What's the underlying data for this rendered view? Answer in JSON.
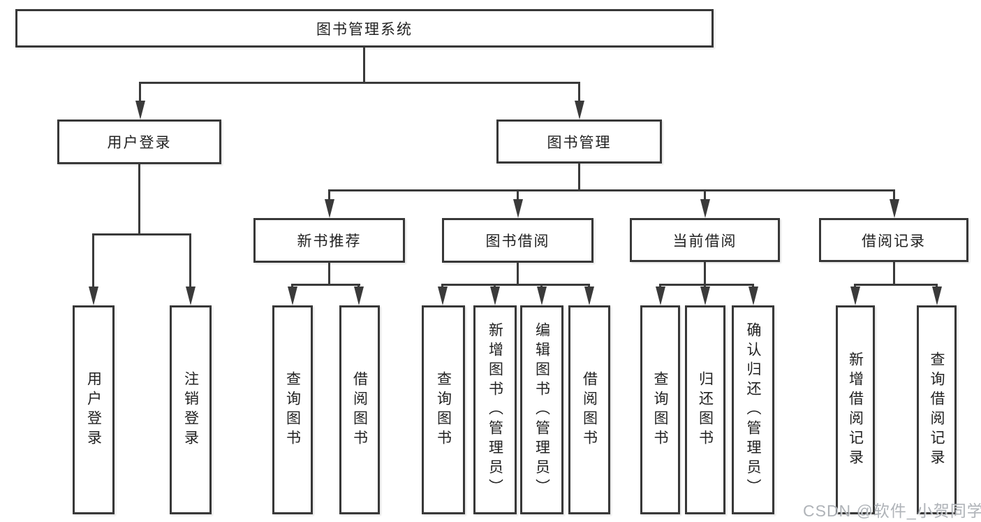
{
  "tree": {
    "label": "图书管理系统",
    "children": [
      {
        "label": "用户登录",
        "children": [
          {
            "label": "用户登录"
          },
          {
            "label": "注销登录"
          }
        ]
      },
      {
        "label": "图书管理",
        "children": [
          {
            "label": "新书推荐",
            "children": [
              {
                "label": "查询图书"
              },
              {
                "label": "借阅图书"
              }
            ]
          },
          {
            "label": "图书借阅",
            "children": [
              {
                "label": "查询图书"
              },
              {
                "label": "新增图书（管理员）"
              },
              {
                "label": "编辑图书（管理员）"
              },
              {
                "label": "借阅图书"
              }
            ]
          },
          {
            "label": "当前借阅",
            "children": [
              {
                "label": "查询图书"
              },
              {
                "label": "归还图书"
              },
              {
                "label": "确认归还（管理员）"
              }
            ]
          },
          {
            "label": "借阅记录",
            "children": [
              {
                "label": "新增借阅记录"
              },
              {
                "label": "查询借阅记录"
              }
            ]
          }
        ]
      }
    ]
  },
  "watermark": {
    "text": "CSDN @软件_小贺同学"
  },
  "colors": {
    "line": "#3a3a3a",
    "border": "#383838",
    "text": "#222222",
    "watermark": "#9499a0"
  }
}
